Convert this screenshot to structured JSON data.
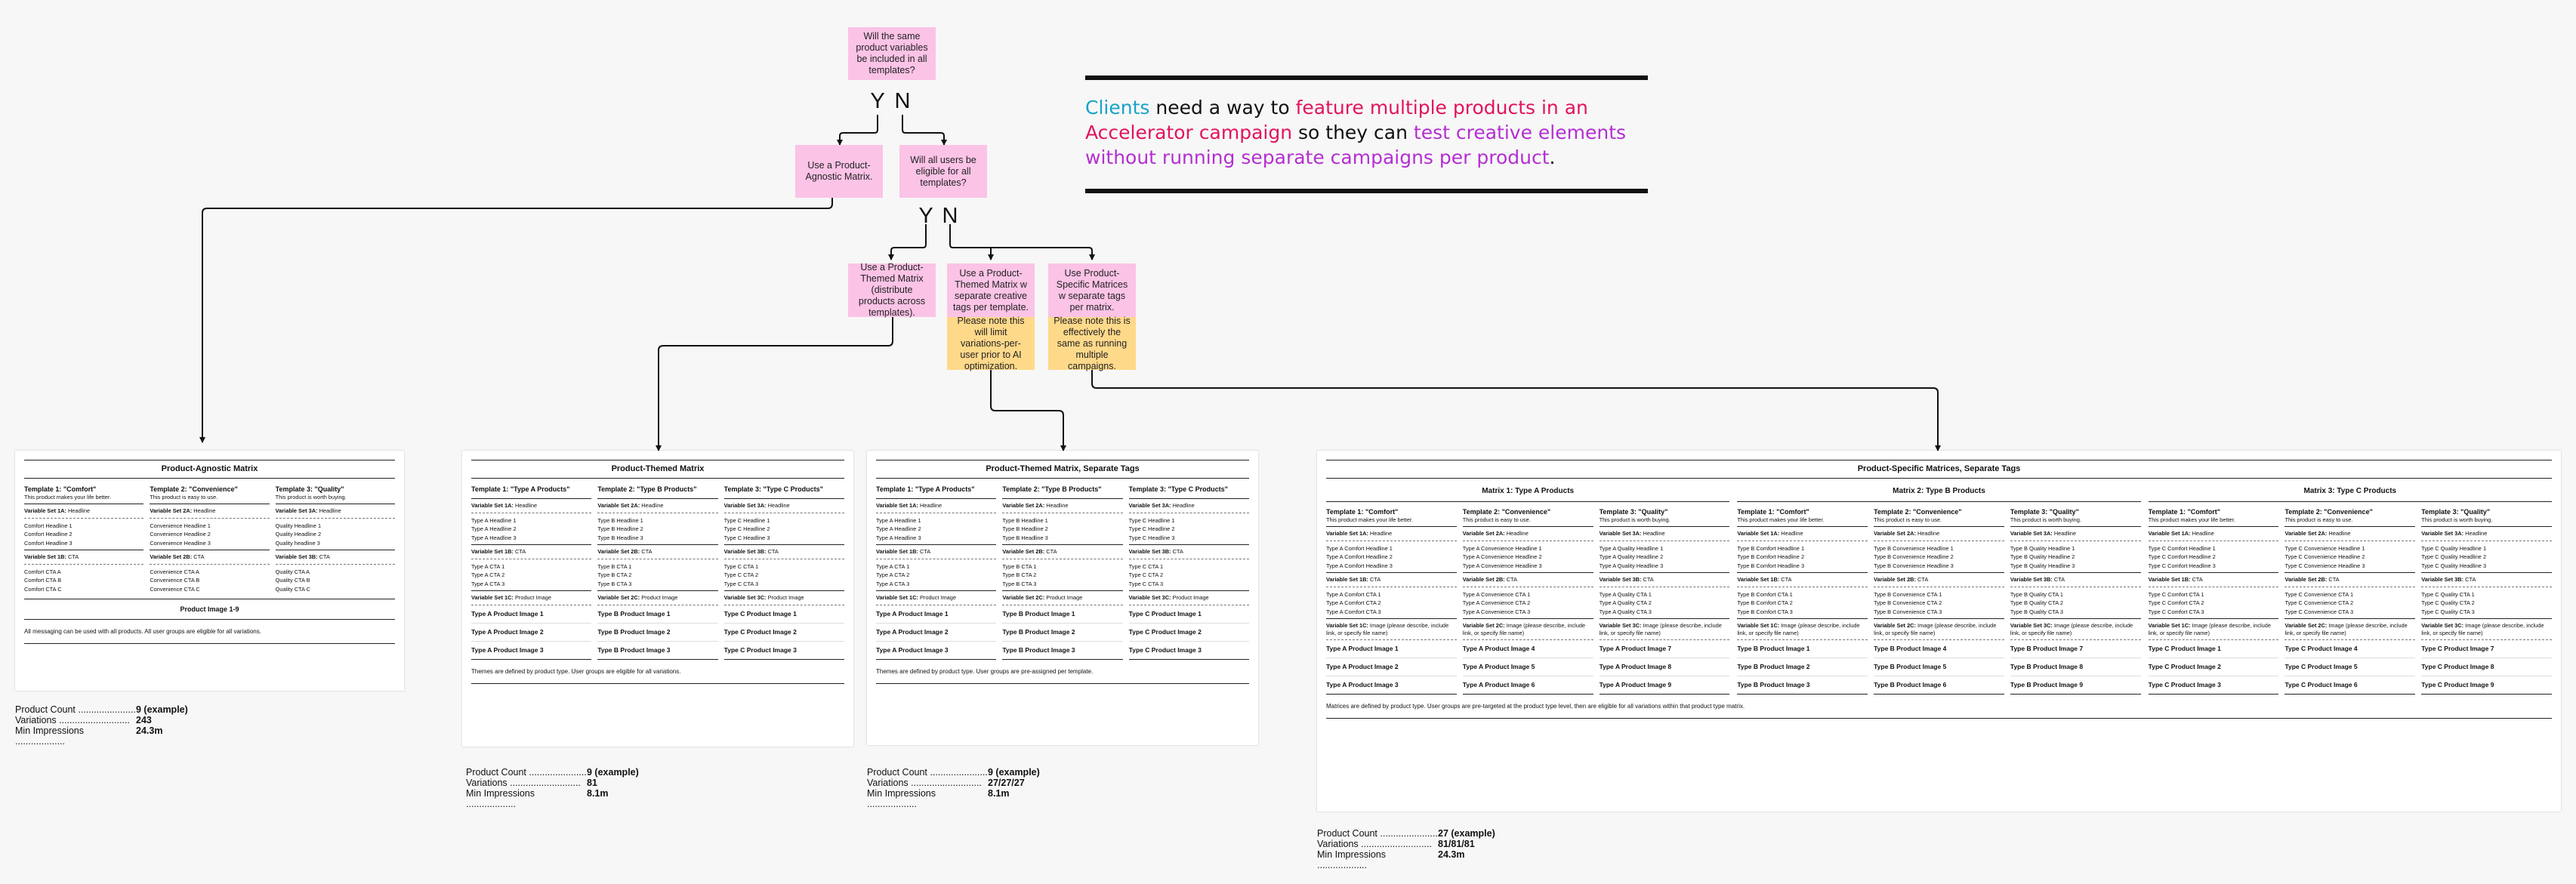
{
  "flow": {
    "q1": "Will the same product variables be included in all templates?",
    "q2": "Will all users be eligible for all templates?",
    "agnostic": "Use a Product-Agnostic Matrix.",
    "themed": "Use a Product-Themed Matrix (distribute products across templates).",
    "themed_tags": "Use a Product-Themed Matrix w separate creative tags per template.",
    "specific": "Use Product-Specific Matrices w separate tags per matrix.",
    "warn_themed": "Please note this will limit variations-per-user prior to AI optimization.",
    "warn_specific": "Please note this is effectively the same as running multiple campaigns.",
    "yes": "Y",
    "no": "N"
  },
  "headline": {
    "w1": "Clients",
    "w2": " need a way to ",
    "w3": "feature multiple products in an Accelerator campaign",
    "w4": " so they can ",
    "w5": "test creative elements without running separate campaigns per product",
    "w6": "."
  },
  "colors": {
    "cyan": "#17a3c7",
    "magenta": "#e2145e",
    "purple": "#b52fd1",
    "sticky_pink": "#fbc3e6",
    "sticky_yellow": "#ffd98a"
  },
  "stat_labels": {
    "count": "Product Count ......................",
    "variations": "Variations ...........................",
    "impressions": "Min Impressions ..................."
  },
  "agnostic": {
    "title": "Product-Agnostic Matrix",
    "columns": [
      {
        "title": "Template 1: \"Comfort\"",
        "desc": "This product makes your life better.",
        "vs1": "Variable Set 1A:",
        "vs1t": "Headline",
        "h": [
          "Comfort Headline 1",
          "Comfort Headline 2",
          "Comfort Headline 3"
        ],
        "vs2": "Variable Set 1B:",
        "vs2t": "CTA",
        "c": [
          "Comfort CTA A",
          "Comfort CTA B",
          "Comfort CTA C"
        ]
      },
      {
        "title": "Template 2: \"Convenience\"",
        "desc": "This product is easy to use.",
        "vs1": "Variable Set 2A:",
        "vs1t": "Headline",
        "h": [
          "Convenience Headline 1",
          "Convenience Headline 2",
          "Convenience Headline 3"
        ],
        "vs2": "Variable Set 2B:",
        "vs2t": "CTA",
        "c": [
          "Convenience CTA A",
          "Convenience CTA B",
          "Convenience CTA C"
        ]
      },
      {
        "title": "Template 3: \"Quality\"",
        "desc": "This product is worth buying.",
        "vs1": "Variable Set 3A:",
        "vs1t": "Headline",
        "h": [
          "Quality Headline 1",
          "Quality Headline 2",
          "Quality headline 3"
        ],
        "vs2": "Variable Set 3B:",
        "vs2t": "CTA",
        "c": [
          "Quality CTA A",
          "Quality CTA B",
          "Quality CTA C"
        ]
      }
    ],
    "image_row": "Product Image 1-9",
    "note": "All messaging can be used with all products. All user groups are eligible for all variations.",
    "stats": {
      "count": "9 (example)",
      "variations": "243",
      "impressions": "24.3m"
    }
  },
  "themed": {
    "title": "Product-Themed Matrix",
    "columns": [
      {
        "title": "Template 1: \"Type A Products\"",
        "vs1": "Variable Set 1A:",
        "vs1t": "Headline",
        "h": [
          "Type A Headline 1",
          "Type A Headline 2",
          "Type A Headline 3"
        ],
        "vs2": "Variable Set 1B:",
        "vs2t": "CTA",
        "c": [
          "Type A CTA 1",
          "Type A CTA 2",
          "Type A CTA 3"
        ],
        "vs3": "Variable Set 1C:",
        "vs3t": "Product Image",
        "imgs": [
          "Type A Product Image 1",
          "Type A Product Image 2",
          "Type A Product Image 3"
        ]
      },
      {
        "title": "Template 2: \"Type B Products\"",
        "vs1": "Variable Set 2A:",
        "vs1t": "Headline",
        "h": [
          "Type B Headline 1",
          "Type B Headline 2",
          "Type B Headline 3"
        ],
        "vs2": "Variable Set 2B:",
        "vs2t": "CTA",
        "c": [
          "Type B CTA 1",
          "Type B CTA 2",
          "Type B CTA 3"
        ],
        "vs3": "Variable Set 2C:",
        "vs3t": "Product Image",
        "imgs": [
          "Type B Product Image 1",
          "Type B Product Image 2",
          "Type B Product Image 3"
        ]
      },
      {
        "title": "Template 3: \"Type C Products\"",
        "vs1": "Variable Set 3A:",
        "vs1t": "Headline",
        "h": [
          "Type C Headline 1",
          "Type C Headline 2",
          "Type C Headline 3"
        ],
        "vs2": "Variable Set 3B:",
        "vs2t": "CTA",
        "c": [
          "Type C CTA 1",
          "Type C CTA 2",
          "Type C CTA 3"
        ],
        "vs3": "Variable Set 3C:",
        "vs3t": "Product Image",
        "imgs": [
          "Type C Product Image 1",
          "Type C Product Image 2",
          "Type C Product Image 3"
        ]
      }
    ],
    "note": "Themes are defined by product type. User groups are eligible for all variations.",
    "stats": {
      "count": "9 (example)",
      "variations": "81",
      "impressions": "8.1m"
    }
  },
  "themed_tags": {
    "title": "Product-Themed Matrix, Separate Tags",
    "note": "Themes are defined by product type. User groups are pre-assigned per template.",
    "stats": {
      "count": "9 (example)",
      "variations": "27/27/27",
      "impressions": "8.1m"
    }
  },
  "specific": {
    "title": "Product-Specific Matrices, Separate Tags",
    "matrices": [
      {
        "title": "Matrix 1: Type A Products",
        "type": "A",
        "start": 1
      },
      {
        "title": "Matrix 2: Type B Products",
        "type": "B",
        "start": 1
      },
      {
        "title": "Matrix 3: Type C Products",
        "type": "C",
        "start": 1
      }
    ],
    "col_titles": [
      "Template 1: \"Comfort\"",
      "Template 2: \"Convenience\"",
      "Template 3: \"Quality\""
    ],
    "col_descs": [
      "This product makes your life better.",
      "This product is easy to use.",
      "This product is worth buying."
    ],
    "col_names": [
      "Comfort",
      "Convenience",
      "Quality"
    ],
    "img_var": "Image (please describe, include link, or specify file name)",
    "headline_word": "Headline",
    "cta_word": "CTA",
    "note": "Matrices are defined by product type. User groups are pre-targeted at the product type level, then are eligible for all variations within that product type matrix.",
    "stats": {
      "count": "27 (example)",
      "variations": "81/81/81",
      "impressions": "24.3m"
    }
  }
}
